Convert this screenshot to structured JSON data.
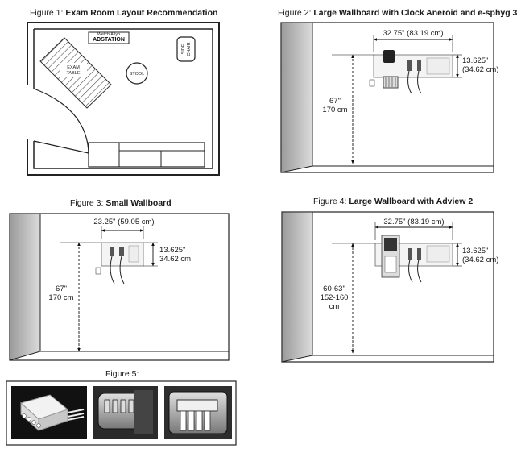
{
  "fig1": {
    "caption_prefix": "Figure 1:",
    "caption_title": "Exam Room Layout Recommendation",
    "labels": {
      "brand_small": "Welch Allyn",
      "brand": "ADSTATION",
      "table_line1": "EXAM",
      "table_line2": "TABLE",
      "stool": "STOOL",
      "side_line1": "SIDE",
      "side_line2": "CHAIR"
    }
  },
  "fig2": {
    "caption_prefix": "Figure 2:",
    "caption_title": "Large Wallboard with Clock Aneroid and e-sphyg 3",
    "width": "32.75\" (83.19 cm)",
    "height_line1": "13.625\"",
    "height_line2": "(34.62 cm)",
    "mount_line1": "67\"",
    "mount_line2": "170 cm"
  },
  "fig3": {
    "caption_prefix": "Figure 3:",
    "caption_title": "Small Wallboard",
    "width": "23.25\" (59.05 cm)",
    "height_line1": "13.625\"",
    "height_line2": "34.62 cm",
    "mount_line1": "67\"",
    "mount_line2": "170 cm"
  },
  "fig4": {
    "caption_prefix": "Figure 4:",
    "caption_title": "Large Wallboard with Adview 2",
    "width": "32.75\" (83.19 cm)",
    "height_line1": "13.625\"",
    "height_line2": "(34.62 cm)",
    "mount_line1": "60-63\"",
    "mount_line2": "152-160",
    "mount_line3": "cm"
  },
  "fig5": {
    "caption": "Figure 5:"
  }
}
